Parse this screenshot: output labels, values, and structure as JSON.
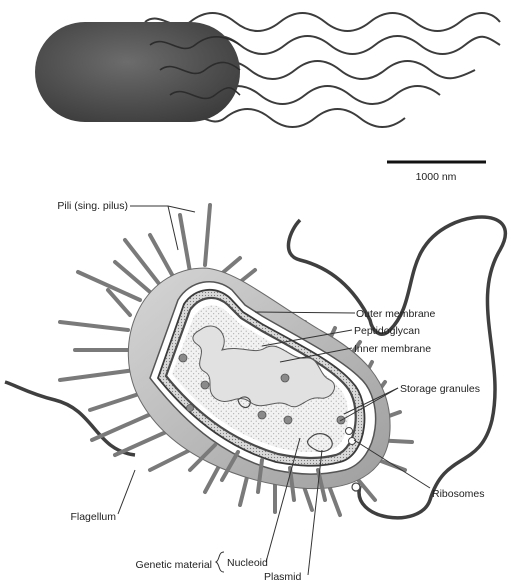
{
  "scale_bar": {
    "label": "1000 nm"
  },
  "labels": {
    "pili": "Pili (sing. pilus)",
    "outer_membrane": "Outer membrane",
    "peptidoglycan": "Peptidoglycan",
    "inner_membrane": "Inner membrane",
    "storage_granules": "Storage granules",
    "ribosomes": "Ribosomes",
    "flagellum": "Flagellum",
    "genetic_material": "Genetic material",
    "nucleoid": "Nucleoid",
    "plasmid": "Plasmid"
  },
  "colors": {
    "micrograph_body": "#555555",
    "line": "#333333",
    "cell_fill": "#bdbdbd",
    "cytoplasm": "#f4f4f4"
  }
}
